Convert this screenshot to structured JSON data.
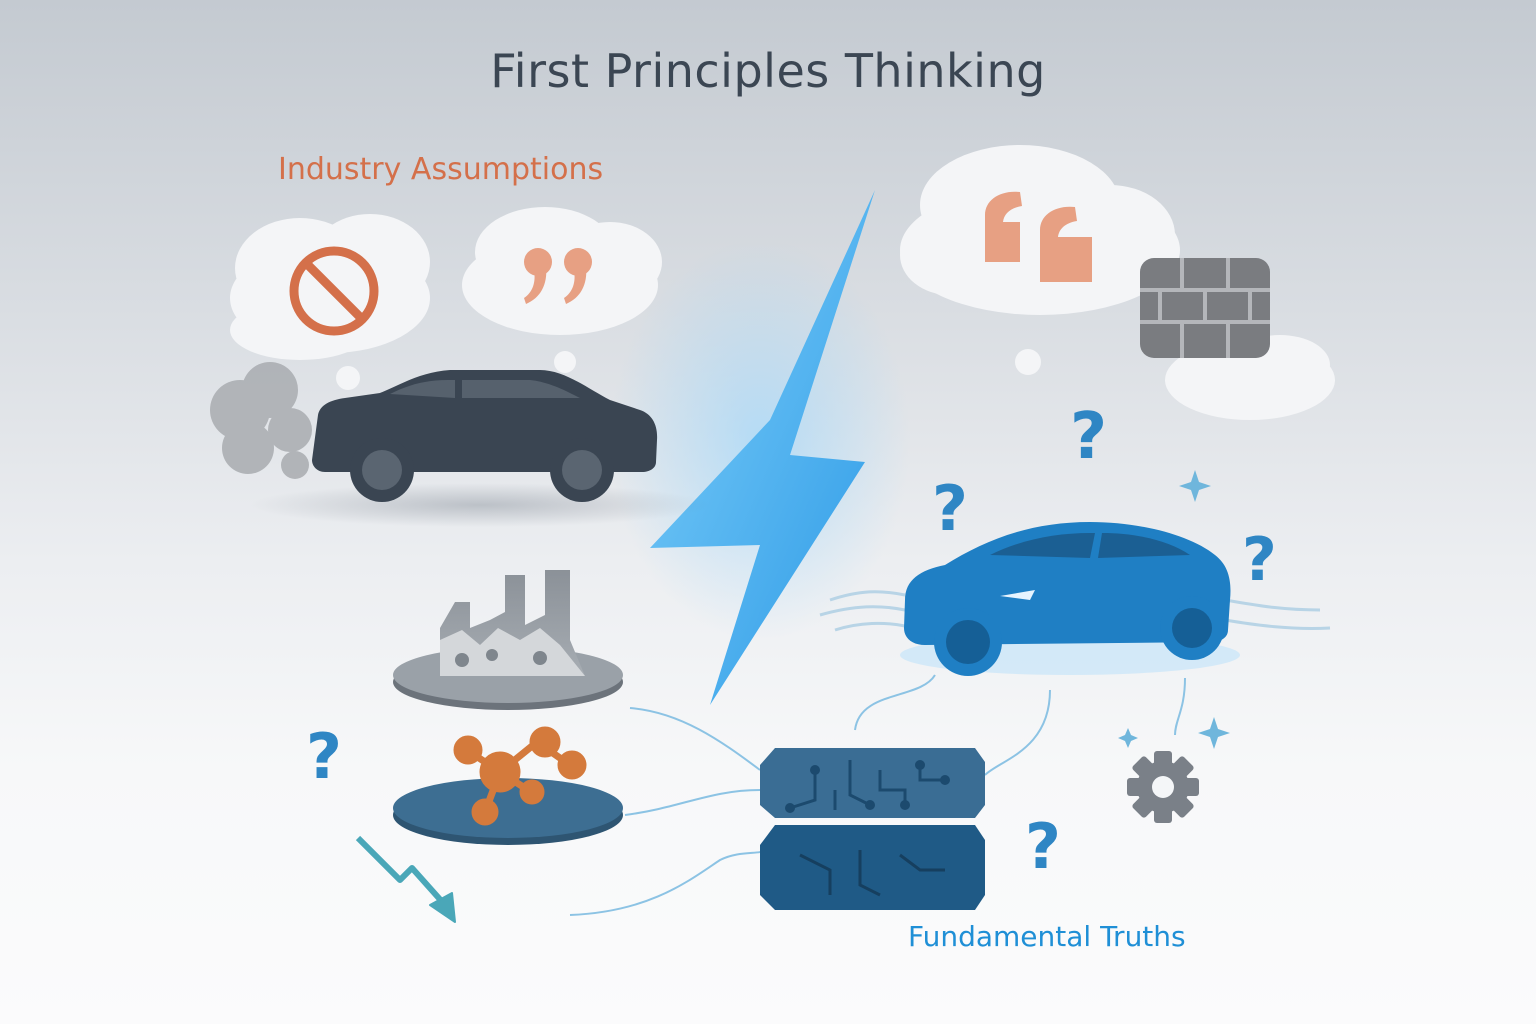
{
  "title": "First Principles Thinking",
  "left_label": "Industry Assumptions",
  "right_label": "Fundamental Truths",
  "colors": {
    "title": "#3b4653",
    "assumptions": "#d4704a",
    "truths": "#1f8fd6",
    "legacy_car": "#3a4552",
    "electric_car": "#1f7fc4",
    "lightning": "#3aa8e8",
    "chip": "#2f6a94",
    "question": "#2f86c4",
    "molecule": "#d47a3c"
  },
  "icons": {
    "left_thought_1": "prohibited-icon",
    "left_thought_2": "closing-quote-icon",
    "right_thought": "opening-quote-icon",
    "wall": "brick-wall-icon",
    "factory": "factory-icon",
    "molecule": "molecule-icon",
    "chip": "chip-stack-icon",
    "gear": "gear-icon",
    "trend": "downward-arrow-icon",
    "question": "question-mark-icon",
    "sparkle": "sparkle-icon"
  }
}
